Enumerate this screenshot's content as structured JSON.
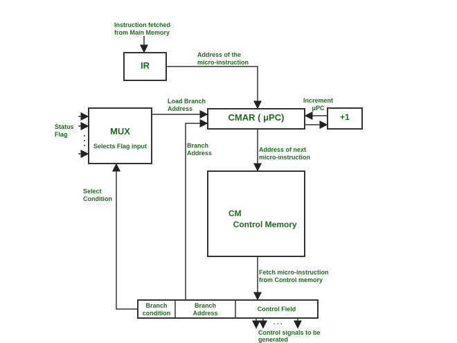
{
  "labels": {
    "instruction_fetched": "Instruction fetched\nfrom Main Memory",
    "ir": "IR",
    "address_of_micro": "Address of the\nmicro-instruction",
    "load_branch": "Load Branch\nAddress",
    "increment": "Increment\nμPC",
    "cmar": "CMAR ( μPC)",
    "plus_one": "+1",
    "status_flag": "Status\nFlag",
    "mux": "MUX",
    "mux_sub": "Selects Flag input",
    "branch_address_side": "Branch\nAddress",
    "address_next": "Address of next\nmicro-instruction",
    "select_condition": "Select\nCondition",
    "cm": "CM\n  Control Memory",
    "fetch_micro": "Fetch micro-instruction\nfrom Control memory",
    "field_branch_condition": "Branch\ncondition",
    "field_branch_address": "Branch\nAddress",
    "field_control": "Control Field",
    "control_signals": "Control signals to be\ngenerated",
    "dots": ". . ."
  },
  "colors": {
    "text": "#1e6b1e",
    "lines": "#333333"
  }
}
